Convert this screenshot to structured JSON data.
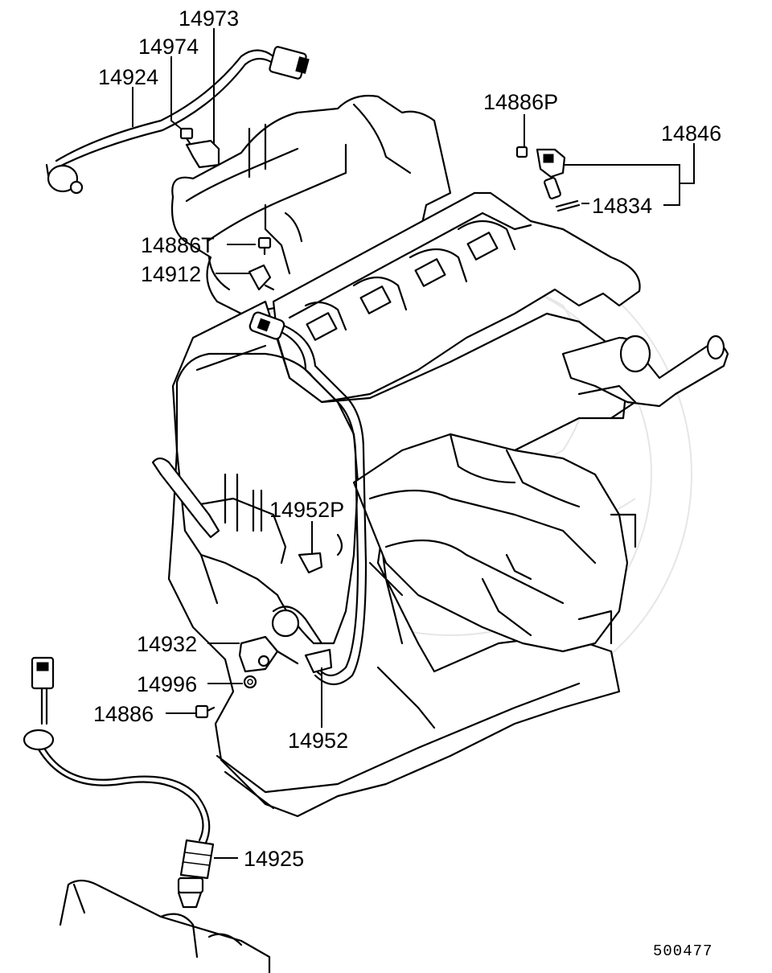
{
  "diagram_code": "500477",
  "parts": [
    {
      "id": "p14973",
      "label": "14973"
    },
    {
      "id": "p14974",
      "label": "14974"
    },
    {
      "id": "p14924",
      "label": "14924"
    },
    {
      "id": "p14886P",
      "label": "14886P"
    },
    {
      "id": "p14846",
      "label": "14846"
    },
    {
      "id": "p14834",
      "label": "14834"
    },
    {
      "id": "p14886T",
      "label": "14886T"
    },
    {
      "id": "p14912",
      "label": "14912"
    },
    {
      "id": "p14952P",
      "label": "14952P"
    },
    {
      "id": "p14932",
      "label": "14932"
    },
    {
      "id": "p14996",
      "label": "14996"
    },
    {
      "id": "p14886",
      "label": "14886"
    },
    {
      "id": "p14952",
      "label": "14952"
    },
    {
      "id": "p14925",
      "label": "14925"
    }
  ]
}
